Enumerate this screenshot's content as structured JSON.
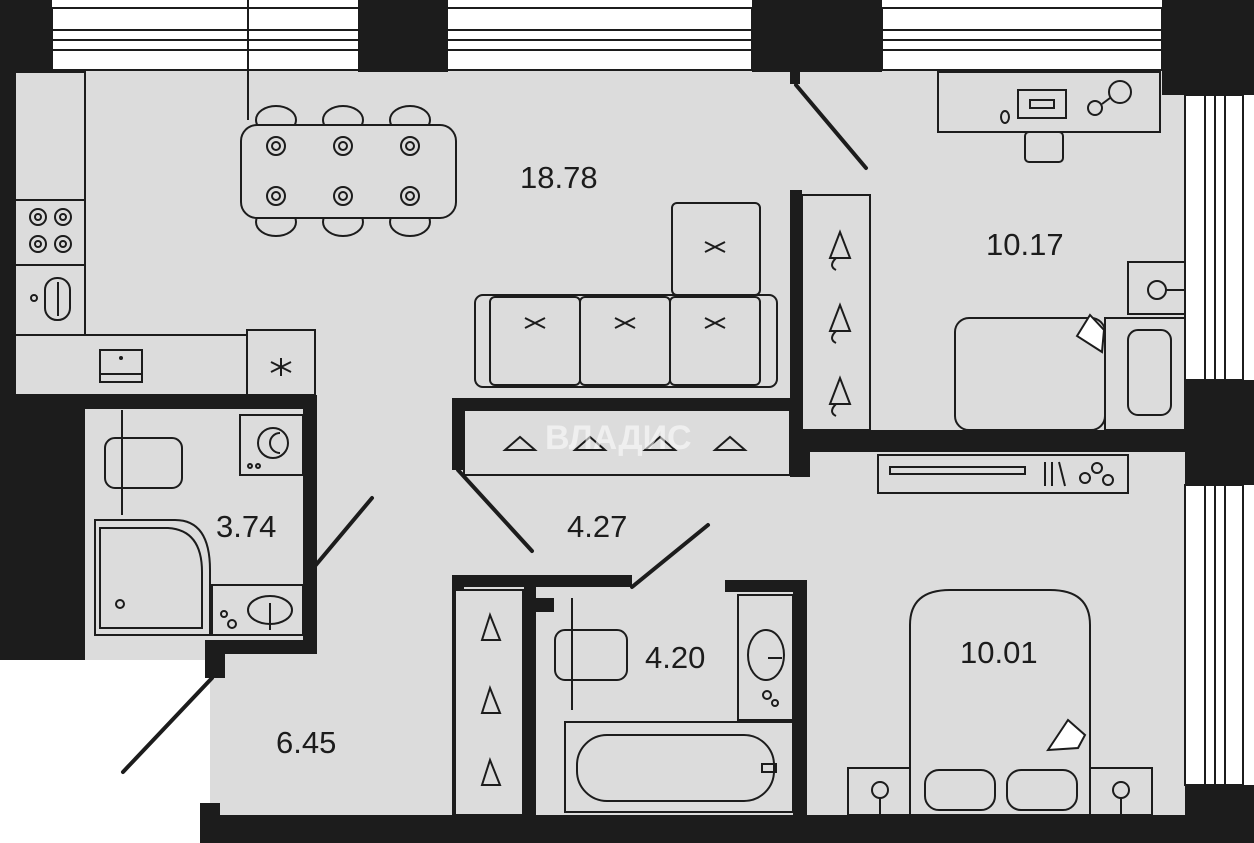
{
  "plan": {
    "rooms": [
      {
        "id": "living-kitchen",
        "area": "18.78"
      },
      {
        "id": "bedroom-top",
        "area": "10.17"
      },
      {
        "id": "bathroom-left",
        "area": "3.74"
      },
      {
        "id": "corridor",
        "area": "4.27"
      },
      {
        "id": "bathroom-center",
        "area": "4.20"
      },
      {
        "id": "bedroom-bottom",
        "area": "10.01"
      },
      {
        "id": "hall",
        "area": "6.45"
      }
    ],
    "watermark": "ВЛАДИС"
  }
}
